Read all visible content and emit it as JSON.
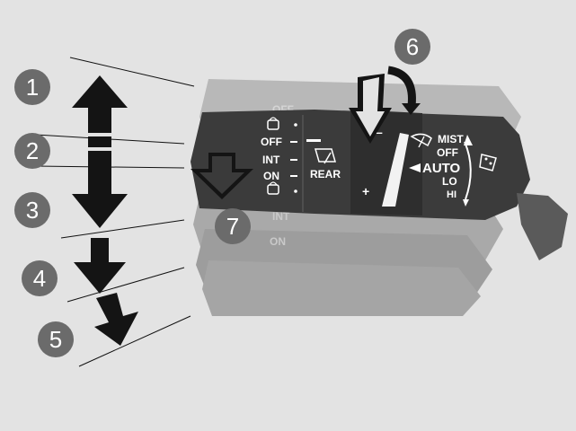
{
  "callouts": [
    "1",
    "2",
    "3",
    "4",
    "5",
    "6",
    "7"
  ],
  "lever": {
    "front_labels": [
      "OFF",
      "INT",
      "ON"
    ],
    "ghost_labels": [
      "OFF",
      "INT",
      "ON"
    ],
    "rear_label": "REAR",
    "minus_sign": "–",
    "plus_sign": "+",
    "wiper_modes": [
      "MIST",
      "OFF",
      "AUTO",
      "LO",
      "HI"
    ]
  },
  "colors": {
    "background": "#e3e3e3",
    "lever_dark": "#3b3b3b",
    "lever_ghost": "#8e8e8e",
    "callout_circle": "#6b6b6b",
    "arrow_black": "#141414"
  },
  "icons": [
    "rear-washer-icon",
    "rear-wiper-icon",
    "windshield-wiper-icon",
    "wiper-sensitivity-icon"
  ]
}
